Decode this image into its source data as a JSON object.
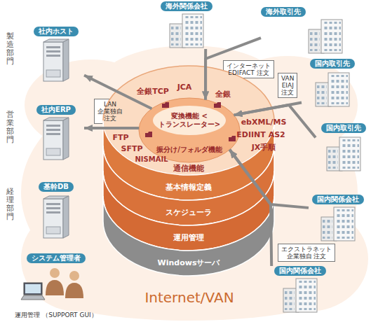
{
  "diagram": {
    "nodes": [
      {
        "text": [
          "社内ホスト"
        ]
      },
      {
        "text": [
          "社内ERP"
        ]
      },
      {
        "text": [
          "基幹DB"
        ]
      },
      {
        "text": [
          "システム管理者",
          "運用管理 （SUPPORT GUI）"
        ]
      },
      {
        "text": [
          "海外関係会社"
        ]
      },
      {
        "text": [
          "海外取引先"
        ]
      },
      {
        "text": [
          "国内取引先"
        ]
      },
      {
        "text": [
          "国内取引先"
        ]
      },
      {
        "text": [
          "国内関係会社"
        ]
      },
      {
        "text": [
          "国内関係会社"
        ]
      },
      {
        "text": [
          "インターネット EDIFACT 注文"
        ]
      },
      {
        "text": [
          "VAN EIAJ 注文"
        ]
      },
      {
        "text": [
          "LAN 企業独自 注文"
        ]
      },
      {
        "text": [
          "エクストラネット 企業独自 注文"
        ]
      },
      {
        "text": [
          "通信機能"
        ]
      },
      {
        "text": [
          "変換機能 <トランスレーター>",
          "振分け/フォルダ機能"
        ],
        "in": 14
      },
      {
        "text": [
          "基本情報定義"
        ]
      },
      {
        "text": [
          "スケジューラ"
        ]
      },
      {
        "text": [
          "運用管理"
        ]
      },
      {
        "text": [
          "Windowsサーバ"
        ]
      }
    ],
    "edges": [
      {
        "from": 4,
        "to": 15,
        "arrow": "to"
      },
      {
        "from": 5,
        "to": 15,
        "arrow": "to"
      },
      {
        "from": 6,
        "to": 15,
        "arrow": "to"
      },
      {
        "from": 7,
        "to": 15,
        "arrow": "to"
      },
      {
        "from": 8,
        "to": 15,
        "arrow": "to"
      },
      {
        "from": 9,
        "to": 15,
        "arrow": "to"
      },
      {
        "from": 15,
        "to": 0,
        "arrow": "to"
      },
      {
        "from": 15,
        "to": 1,
        "arrow": "to"
      }
    ],
    "labels": [
      "製造部門",
      "営業部門",
      "経理部門",
      "全銀TCP",
      "JCA",
      "全銀",
      "FTP",
      "SFTP",
      "NISMAIL",
      "ebXML/MS",
      "EDIINT AS2",
      "JX手順",
      "Internet/VAN"
    ]
  }
}
